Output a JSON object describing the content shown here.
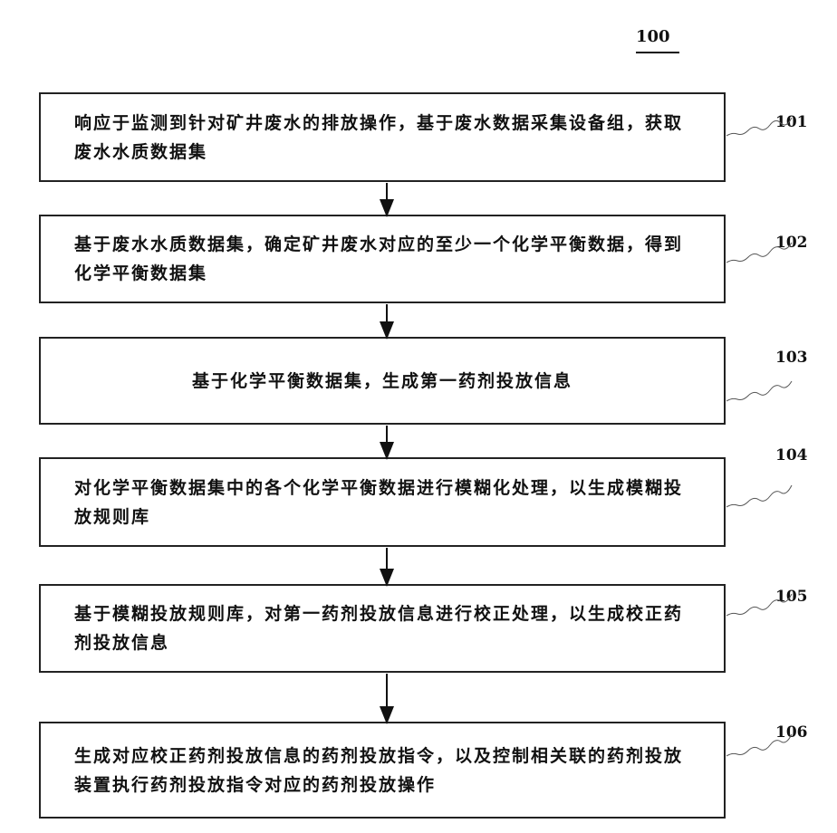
{
  "figure_label": "100",
  "steps": [
    {
      "num": "101",
      "text": "响应于监测到针对矿井废水的排放操作，基于废水数据采集设备组，获取废水水质数据集"
    },
    {
      "num": "102",
      "text": "基于废水水质数据集，确定矿井废水对应的至少一个化学平衡数据，得到化学平衡数据集"
    },
    {
      "num": "103",
      "text": "基于化学平衡数据集，生成第一药剂投放信息"
    },
    {
      "num": "104",
      "text": "对化学平衡数据集中的各个化学平衡数据进行模糊化处理，以生成模糊投放规则库"
    },
    {
      "num": "105",
      "text": "基于模糊投放规则库，对第一药剂投放信息进行校正处理，以生成校正药剂投放信息"
    },
    {
      "num": "106",
      "text": "生成对应校正药剂投放信息的药剂投放指令，以及控制相关联的药剂投放装置执行药剂投放指令对应的药剂投放操作"
    }
  ]
}
